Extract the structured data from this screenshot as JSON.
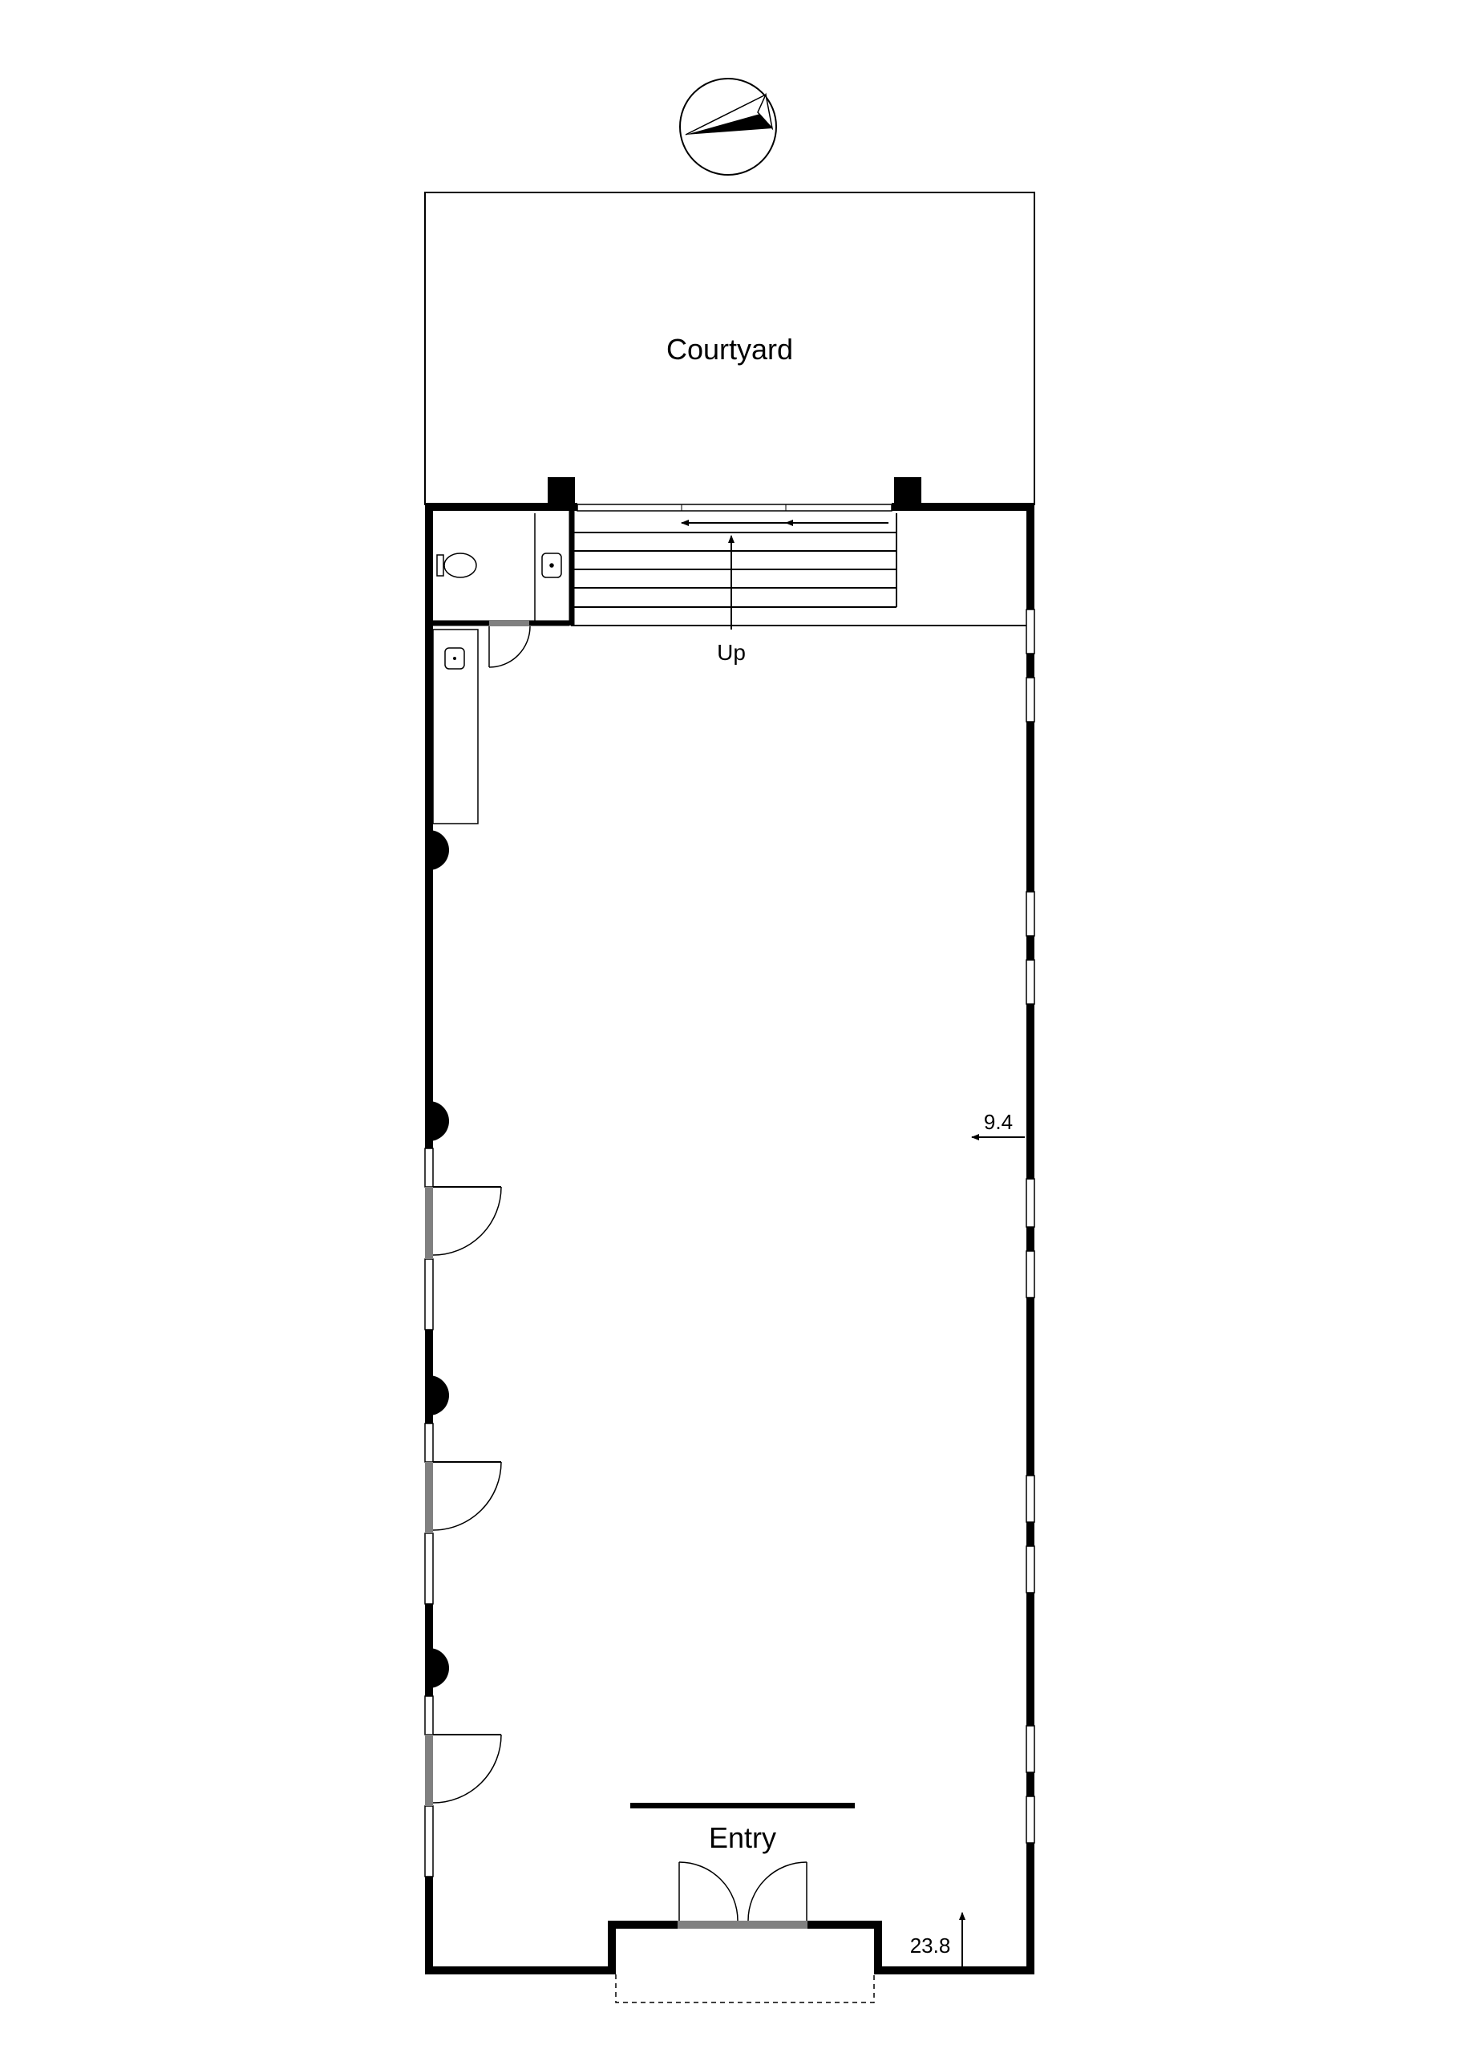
{
  "plan": {
    "rooms": {
      "courtyard": "Courtyard",
      "entry": "Entry"
    },
    "stairs_label": "Up",
    "dimensions": {
      "width": "9.4",
      "length": "23.8"
    },
    "compass_icon": "north-arrow-icon",
    "colors": {
      "wall": "#000000",
      "door_threshold": "#808080",
      "background": "#ffffff"
    }
  }
}
